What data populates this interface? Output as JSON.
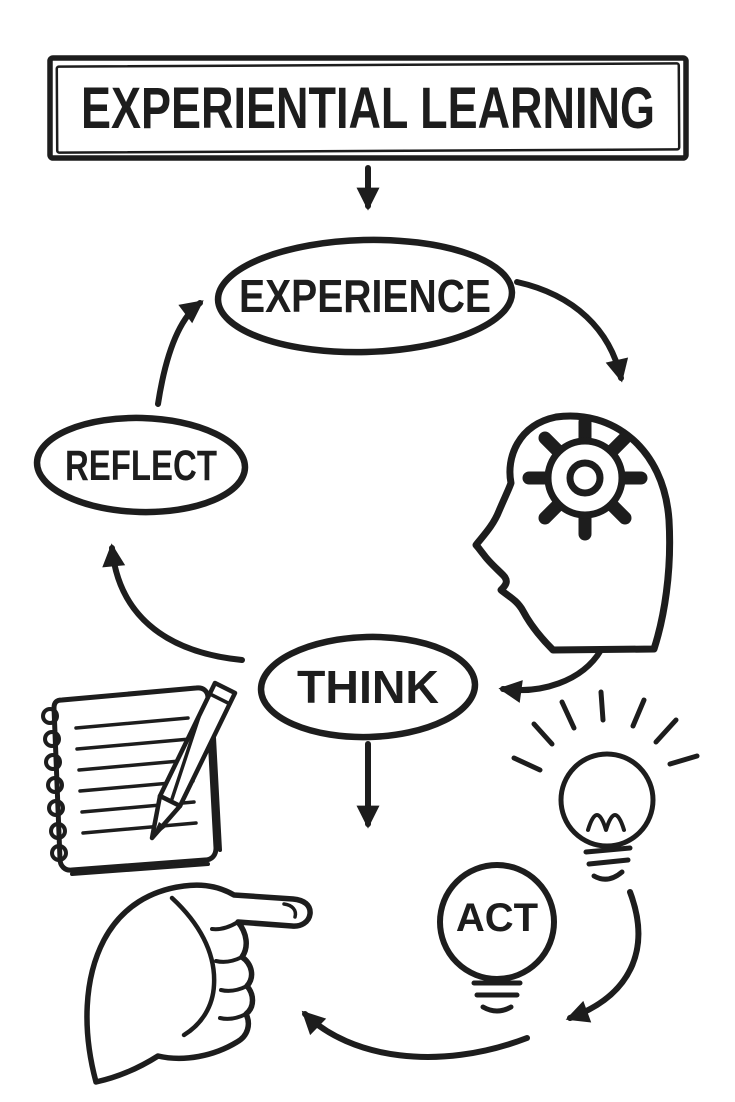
{
  "diagram": {
    "title": "EXPERIENTIAL LEARNING",
    "nodes": {
      "experience": "EXPERIENCE",
      "reflect": "REFLECT",
      "think": "THINK",
      "act": "ACT"
    },
    "connections": [
      {
        "from": "title",
        "to": "experience"
      },
      {
        "from": "experience",
        "to": "think"
      },
      {
        "from": "think",
        "to": "act"
      },
      {
        "from": "act",
        "to": "reflect"
      },
      {
        "from": "reflect",
        "to": "experience"
      }
    ],
    "icons": [
      "thinking-head-gear-icon",
      "idea-lightbulb-icon",
      "act-lightbulb-icon",
      "pointing-hand-icon",
      "notebook-pencil-icon"
    ],
    "colors": {
      "ink": "#1d1d1d",
      "background": "#ffffff"
    }
  }
}
